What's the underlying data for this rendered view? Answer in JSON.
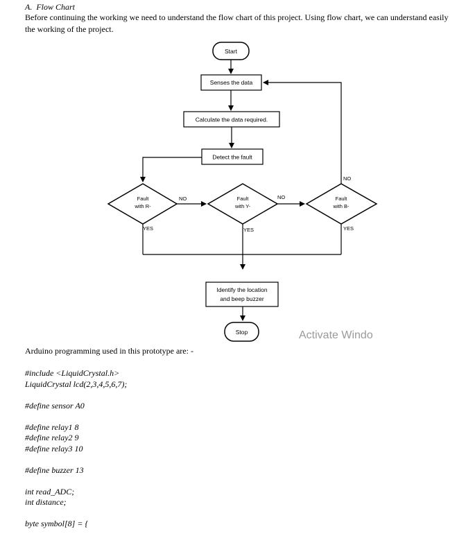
{
  "heading": {
    "number": "A.",
    "title": "Flow Chart"
  },
  "intro": "Before continuing the working we need to understand the flow chart of this project. Using flow chart, we can understand easily the working of the project.",
  "flowchart": {
    "start": "Start",
    "senses": "Senses the data",
    "calculate": "Calculate the data required.",
    "detect": "Detect the fault",
    "fault_r": [
      "Fault",
      "with R-"
    ],
    "fault_y": [
      "Fault",
      "with Y-"
    ],
    "fault_b": [
      "Fault",
      "with B-"
    ],
    "no": "NO",
    "yes": "YES",
    "identify": [
      "Identify the location",
      "and beep buzzer"
    ],
    "stop": "Stop"
  },
  "watermark": "Activate Windo",
  "arduino_intro": "Arduino programming used in this prototype are: -",
  "code_lines": [
    "#include <LiquidCrystal.h>",
    "LiquidCrystal lcd(2,3,4,5,6,7);",
    "",
    "#define sensor A0",
    "",
    "#define relay1 8",
    "#define relay2 9",
    "#define relay3 10",
    "",
    "#define buzzer 13",
    "",
    "int read_ADC;",
    "int distance;",
    "",
    "byte symbol[8] = {"
  ]
}
